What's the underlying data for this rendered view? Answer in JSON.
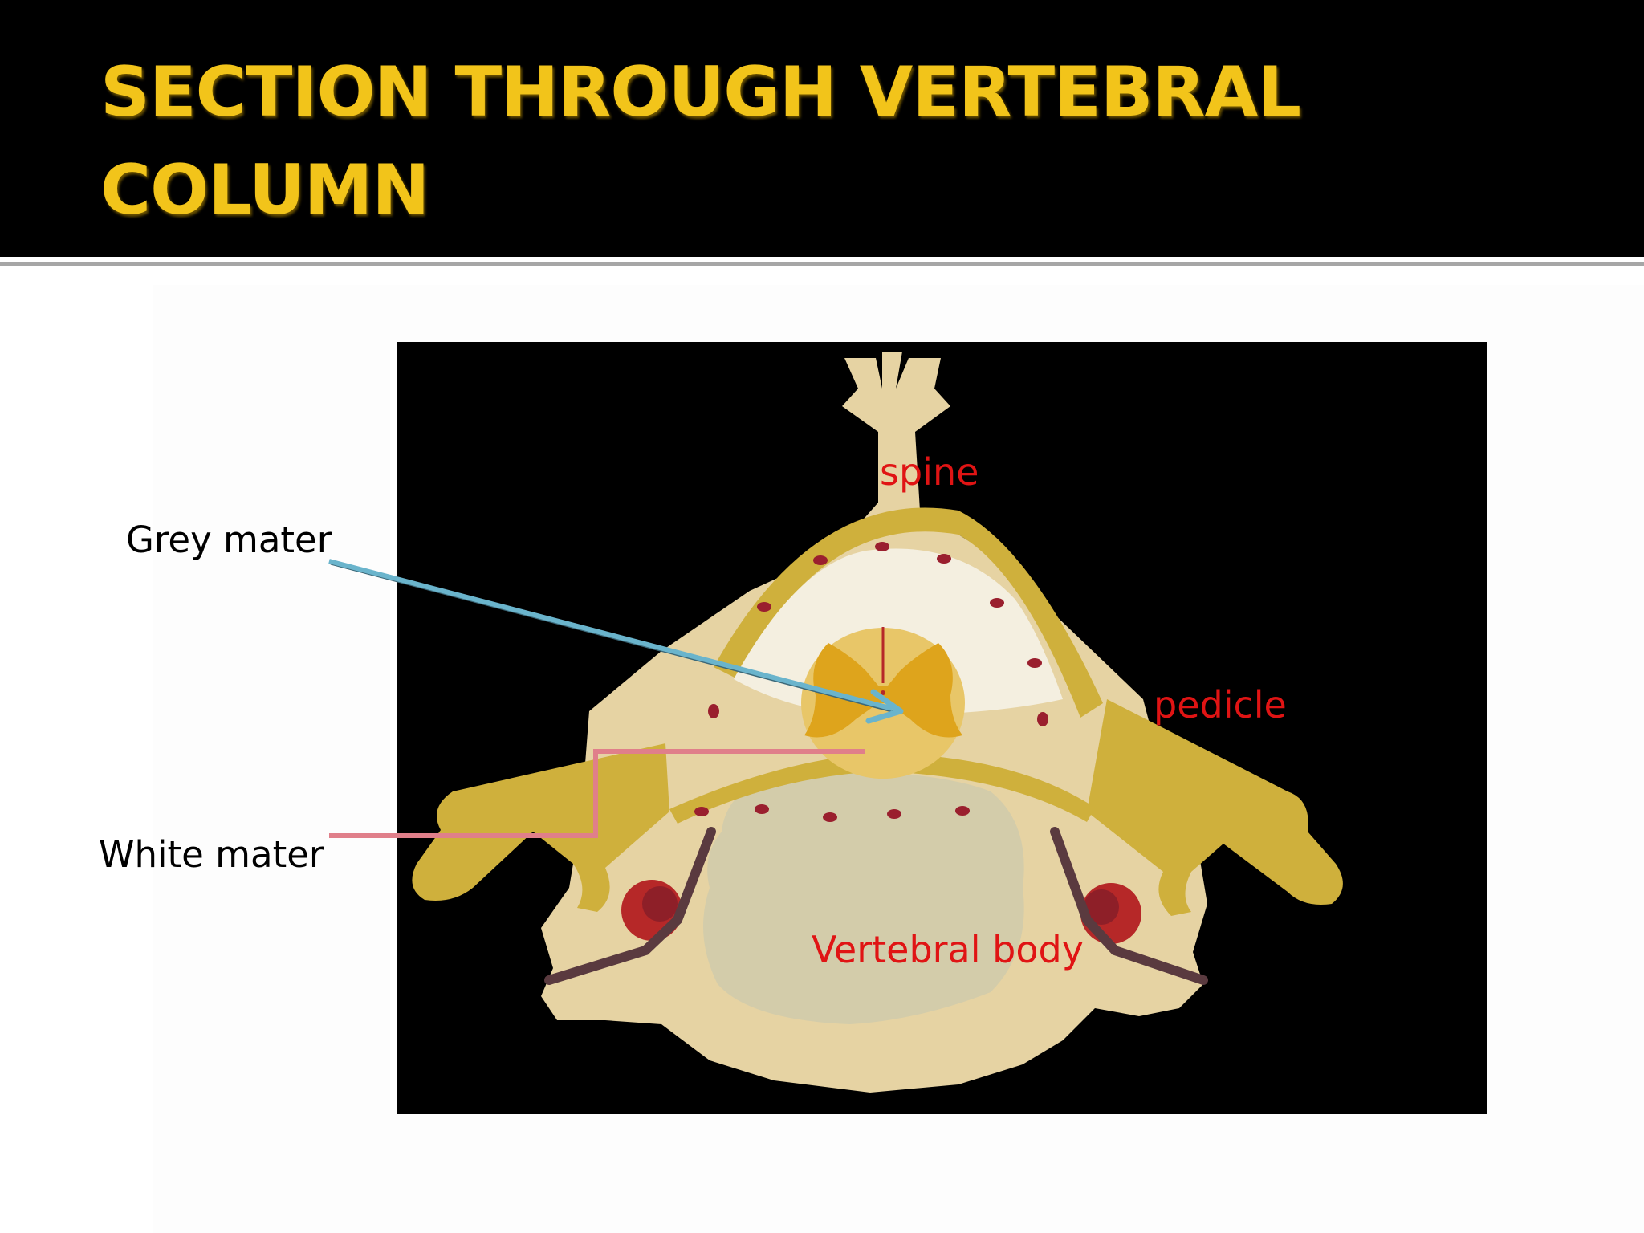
{
  "slide": {
    "title_line1": "SECTION THROUGH VERTEBRAL",
    "title_line2": "COLUMN"
  },
  "diagram": {
    "labels": {
      "spine": "spine",
      "pedicle": "pedicle",
      "vertebral_body": "Vertebral body"
    },
    "callouts": {
      "grey_mater": "Grey mater",
      "white_mater": "White mater"
    },
    "colors": {
      "title": "#f2c41a",
      "bone": "#e6d3a3",
      "vertebral_body": "#d3ccaa",
      "ligament": "#cfb03c",
      "grey_matter": "#dea41c",
      "white_matter": "#e8c668",
      "vessel": "#b62828",
      "grey_arrow": "#6ab4cc",
      "white_arrow": "#e07f8a",
      "label": "#e01414"
    }
  }
}
